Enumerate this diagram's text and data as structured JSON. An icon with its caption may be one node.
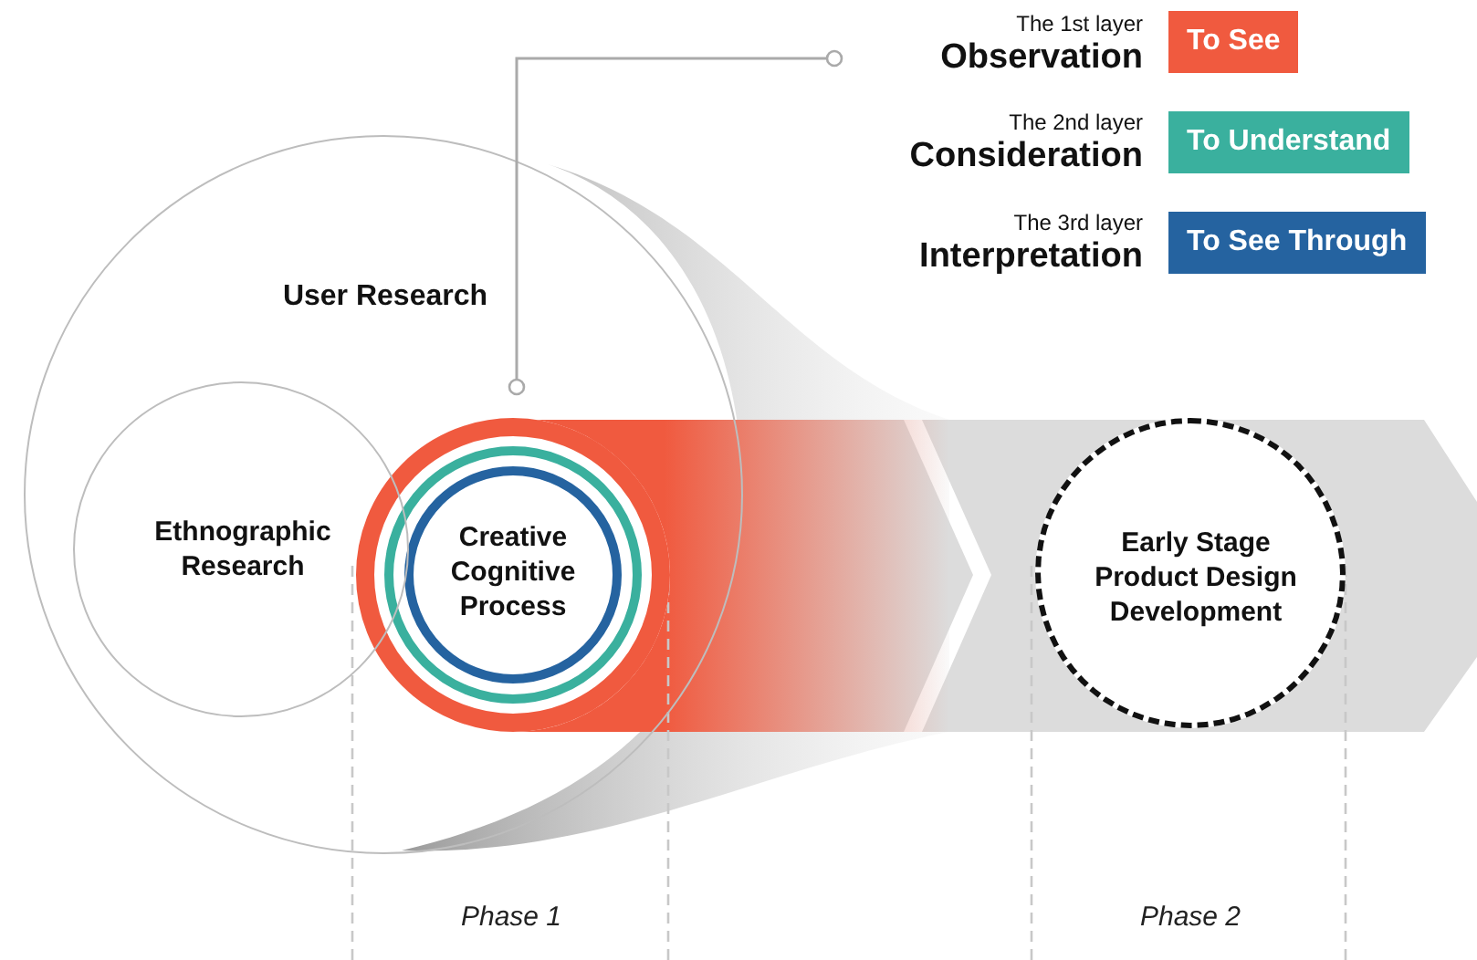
{
  "diagram": {
    "nodes": [
      {
        "text": [
          "User Research"
        ]
      },
      {
        "text": [
          "Ethnographic Research"
        ],
        "in": 0
      },
      {
        "text": [
          "Creative Cognitive Process"
        ],
        "in": 0
      },
      {
        "text": [
          "Early Stage Product Design Development"
        ]
      }
    ],
    "edges": [
      {
        "from": 2,
        "to": 3,
        "arrow": "to",
        "color": "#dcdcdc"
      },
      {
        "from": 2,
        "to": null,
        "arrow": "other"
      }
    ],
    "labels": [
      "The 1st layer",
      "Observation",
      "The 2nd layer",
      "Consideration",
      "The 3rd layer",
      "Interpretation",
      "Phase 1",
      "Phase 2"
    ],
    "legend": [
      {
        "text": "To See",
        "color": "#f05a3f"
      },
      {
        "text": "To Understand",
        "color": "#3ab09e"
      },
      {
        "text": "To See Through",
        "color": "#2563a0"
      }
    ]
  }
}
